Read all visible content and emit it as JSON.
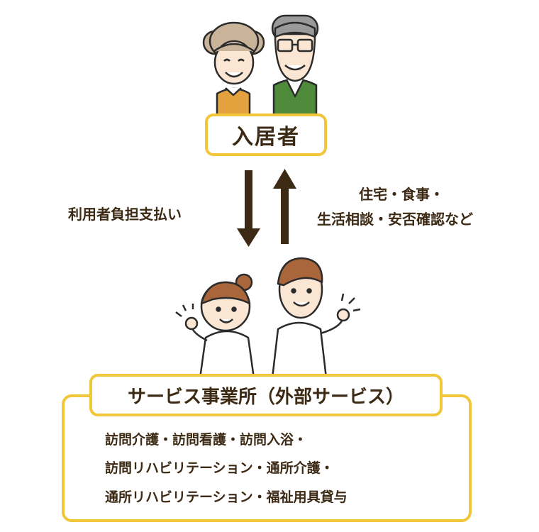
{
  "resident": {
    "label": "入居者"
  },
  "flow": {
    "left_label": "利用者負担支払い",
    "right_label_line1": "住宅・食事・",
    "right_label_line2": "生活相談・安否確認など"
  },
  "service": {
    "title": "サービス事業所（外部サービス）",
    "lines": [
      "訪問介護・訪問看護・訪問入浴・",
      "訪問リハビリテーション・通所介護・",
      "通所リハビリテーション・福祉用具貸与"
    ]
  },
  "colors": {
    "frame": "#f2c63a",
    "arrow": "#3d2a14",
    "text": "#3d2a14",
    "grandma_shirt": "#e3a23e",
    "grandpa_sweater": "#4f8a3a"
  }
}
